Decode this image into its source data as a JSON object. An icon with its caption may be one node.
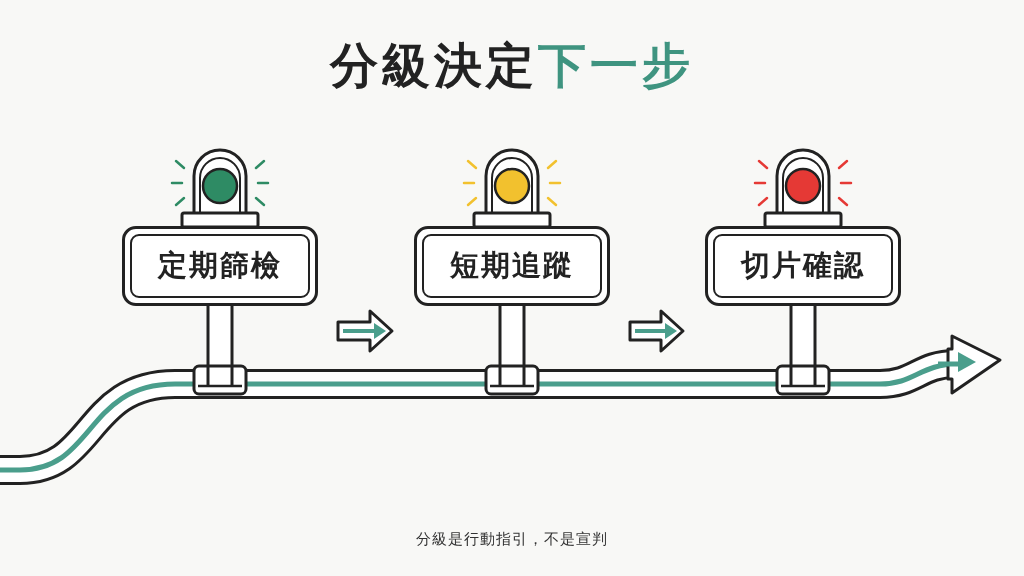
{
  "diagram": {
    "title": "分級決定**下一步**",
    "caption": "分級是行動指引，不是宣判",
    "nodes": [
      {
        "text": [
          "定期篩檢"
        ]
      },
      {
        "text": [
          "短期追蹤"
        ]
      },
      {
        "text": [
          "切片確認"
        ]
      }
    ],
    "edges": [
      {
        "from": 0,
        "to": 1,
        "arrow": "to"
      },
      {
        "from": 1,
        "to": 2,
        "arrow": "to"
      }
    ]
  }
}
